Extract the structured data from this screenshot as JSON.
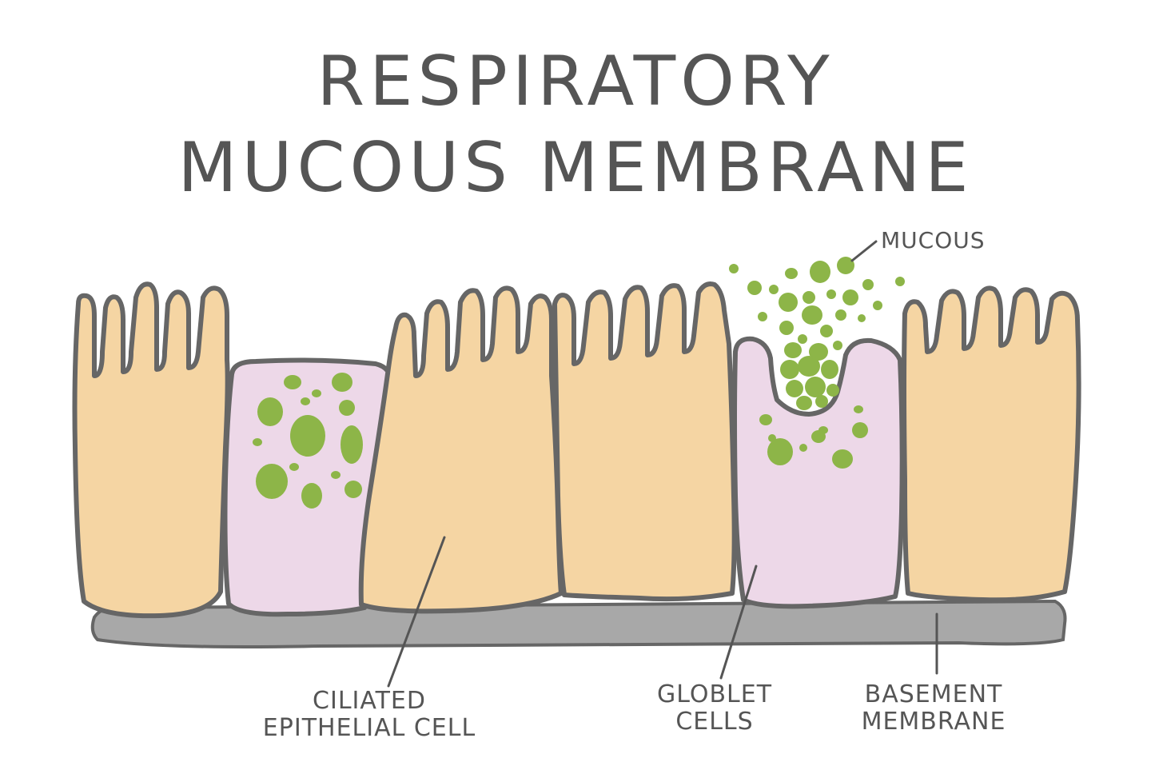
{
  "title": {
    "line1": "RESPIRATORY",
    "line2": "MUCOUS MEMBRANE"
  },
  "labels": {
    "mucous": "MUCOUS",
    "ciliated_line1": "CILIATED",
    "ciliated_line2": "EPITHELIAL CELL",
    "goblet_line1": "GLOBLET",
    "goblet_line2": "CELLS",
    "basement_line1": "BASEMENT",
    "basement_line2": "MEMBRANE"
  },
  "colors": {
    "ciliated_cell_fill": "#F5D5A3",
    "goblet_cell_fill": "#EDD8E8",
    "mucous_droplets": "#8DB548",
    "basement_membrane": "#A8A8A8",
    "outline": "#666666",
    "text": "#555555"
  }
}
